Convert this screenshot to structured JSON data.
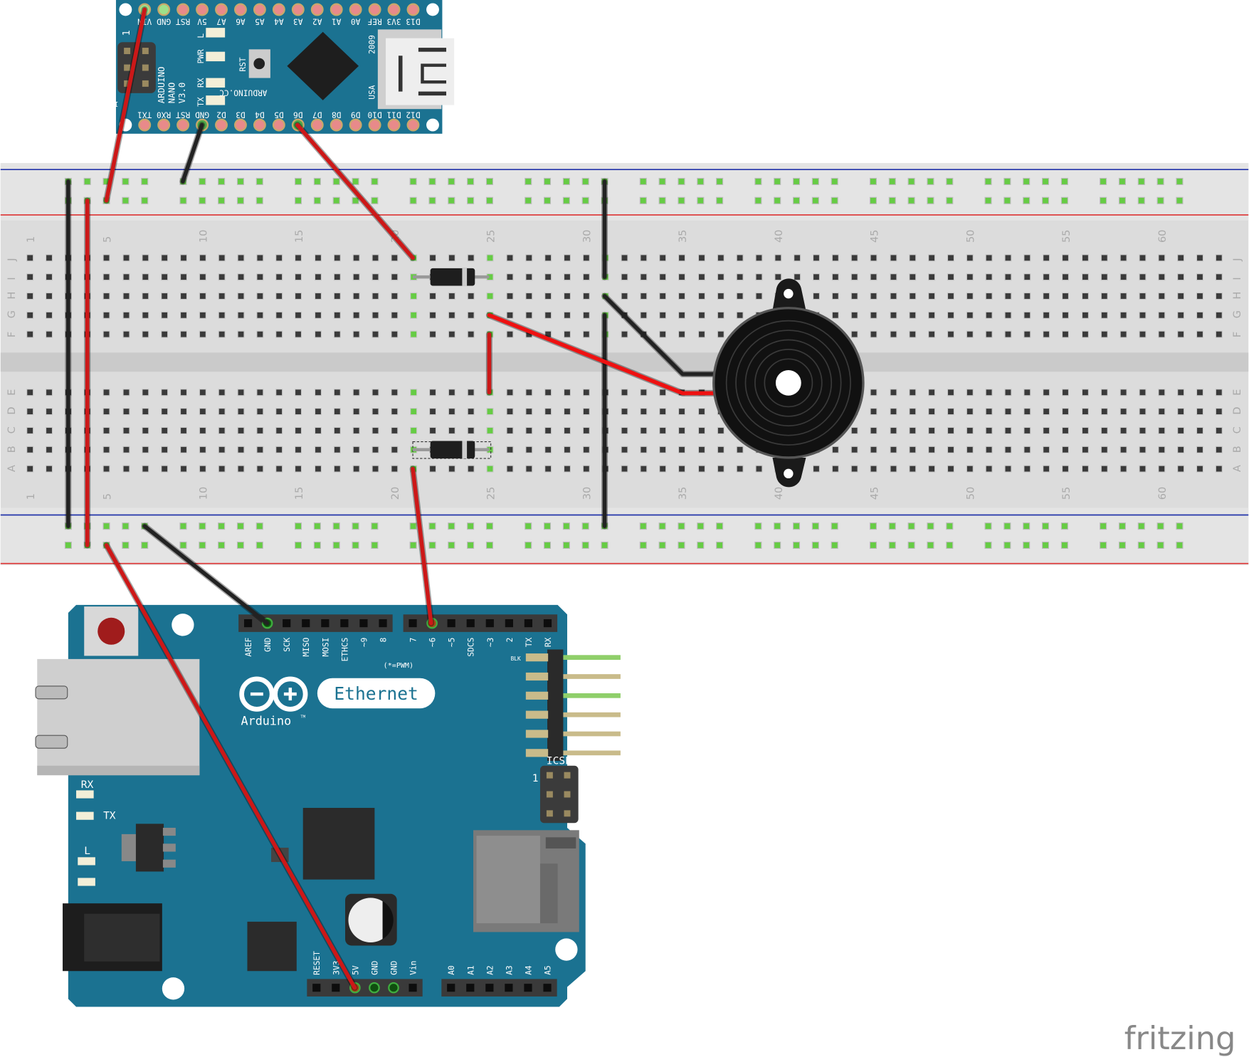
{
  "colors": {
    "board": "#1b7291",
    "breadboard": "#dcdcdc",
    "wire_red": "#cc1818",
    "wire_black": "#222222",
    "rail_blue": "#2233aa",
    "rail_red": "#dd3333",
    "hole_connected": "#66cc44"
  },
  "breadboard": {
    "column_numbers": [
      "1",
      "5",
      "10",
      "15",
      "20",
      "25",
      "30",
      "35",
      "40",
      "45",
      "50",
      "55",
      "60"
    ],
    "row_letters_top": [
      "J",
      "I",
      "H",
      "G",
      "F"
    ],
    "row_letters_bottom": [
      "E",
      "D",
      "C",
      "B",
      "A"
    ]
  },
  "nano": {
    "top_pins": [
      "VIN",
      "GND",
      "RST",
      "5V",
      "A7",
      "A6",
      "A5",
      "A4",
      "A3",
      "A2",
      "A1",
      "A0",
      "REF",
      "3V3",
      "D13"
    ],
    "bottom_pins": [
      "TX1",
      "RX0",
      "RST",
      "GND",
      "D2",
      "D3",
      "D4",
      "D5",
      "D6",
      "D7",
      "D8",
      "D9",
      "D10",
      "D11",
      "D12"
    ],
    "name_lines": [
      "ARDUINO",
      "NANO",
      "V3.0"
    ],
    "leds": [
      "L",
      "PWR",
      "RX",
      "TX"
    ],
    "rst": "RST",
    "site": "ARDUINO.CC",
    "year": "2009",
    "country": "USA",
    "icsp": "ICSP",
    "pin1": "1"
  },
  "ethernet": {
    "top_header_left": [
      "AREF",
      "GND",
      "SCK",
      "MISO",
      "MOSI",
      "ETHCS",
      "~9",
      "8"
    ],
    "top_header_right": [
      "7",
      "~6",
      "~5",
      "SDCS",
      "~3",
      "2",
      "TX",
      "RX"
    ],
    "bottom_header_left": [
      "RESET",
      "3V3",
      "5V",
      "GND",
      "GND",
      "Vin"
    ],
    "bottom_header_right": [
      "A0",
      "A1",
      "A2",
      "A3",
      "A4",
      "A5"
    ],
    "pwm_note": "(*=PWM)",
    "badge": "Ethernet",
    "brand": "Arduino",
    "tm": "TM",
    "blk": "BLK",
    "icsp": "ICSP",
    "pin1": "1",
    "leds": [
      "RX",
      "TX",
      "L"
    ]
  },
  "logo": "fritzing"
}
